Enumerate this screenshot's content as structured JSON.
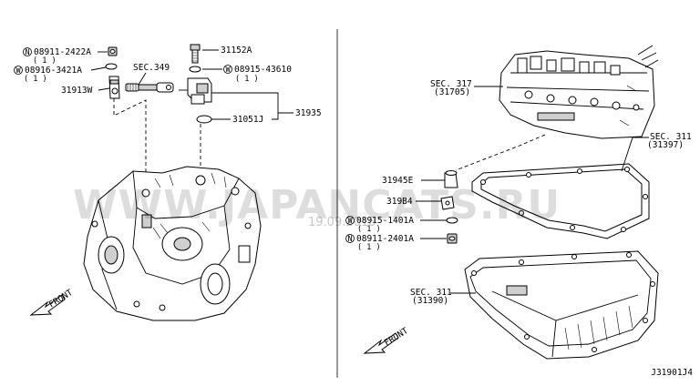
{
  "diagram_id": "J31901J4",
  "watermark": "WWW.JAPANCATS.RU",
  "watermark_date": "19.09.2018",
  "left_group": {
    "callouts": [
      {
        "id": "nut-08911-2422a",
        "prefix": "N",
        "part": "08911-2422A",
        "qty": "( 1 )"
      },
      {
        "id": "washer-08916-3421a",
        "prefix": "W",
        "part": "08916-3421A",
        "qty": "( 1 )"
      },
      {
        "id": "sensor-31913w",
        "part": "31913W"
      },
      {
        "id": "sec-349",
        "part": "SEC.349"
      },
      {
        "id": "bolt-31152a",
        "part": "31152A"
      },
      {
        "id": "washer-08915-43610",
        "prefix": "W",
        "part": "08915-43610",
        "qty": "( 1 )"
      },
      {
        "id": "oring-31051j",
        "part": "31051J"
      },
      {
        "id": "assy-31935",
        "part": "31935"
      }
    ],
    "front_label": "FRONT"
  },
  "right_group": {
    "callouts": [
      {
        "id": "sec-317",
        "part": "SEC. 317",
        "sub": "(31705)"
      },
      {
        "id": "sec-311-gasket",
        "part": "SEC. 311",
        "sub": "(31397)"
      },
      {
        "id": "part-31945e",
        "part": "31945E"
      },
      {
        "id": "part-31984",
        "part": "319B4"
      },
      {
        "id": "washer-08915-1401a",
        "prefix": "W",
        "part": "08915-1401A",
        "qty": "( 1 )"
      },
      {
        "id": "nut-08911-2401a",
        "prefix": "N",
        "part": "08911-2401A",
        "qty": "( 1 )"
      },
      {
        "id": "sec-311-pan",
        "part": "SEC. 311",
        "sub": "(31390)"
      }
    ],
    "front_label": "FRONT"
  }
}
